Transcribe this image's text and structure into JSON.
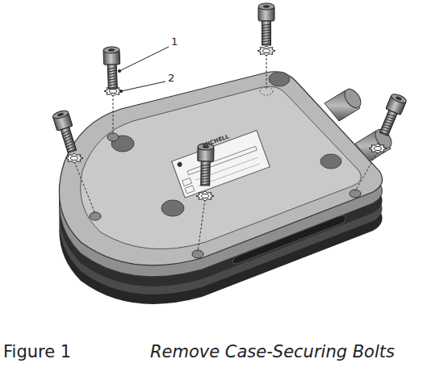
{
  "diagram": {
    "caption": "Remove Case-Securing Bolts",
    "labels": [
      "1",
      "2",
      "MICHELL",
      "Figure 1"
    ]
  }
}
